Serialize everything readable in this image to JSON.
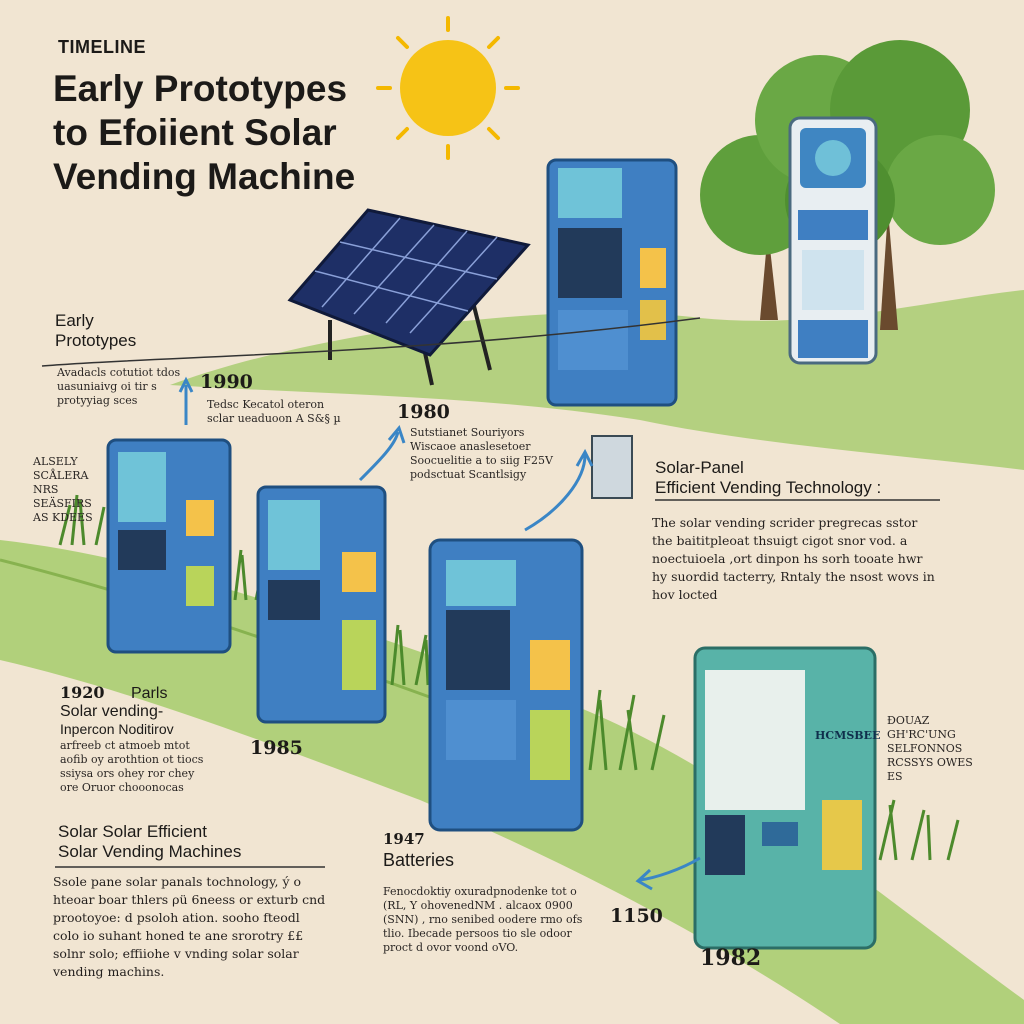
{
  "header": {
    "eyebrow": "TIMELINE",
    "title_line1": "Early Prototypes",
    "title_line2": "to Efoiient Solar",
    "title_line3": "Vending Machine"
  },
  "top_left": {
    "title_line1": "Early",
    "title_line2": "Prototypes",
    "body": [
      "Avadacls cotutiot tdos",
      "uasuniaivg oi tir s",
      "protyyiag sces"
    ]
  },
  "year_1990": "1990",
  "note_1990": [
    "Tedsc Kecatol oteron",
    "sclar ueaduoon A S&§ µ"
  ],
  "year_1980": "1980",
  "note_1980": [
    "Sutstianet Souriyors",
    "Wiscaoe anaslesetoer",
    "Soocuelitie a to siig F25V",
    "podsctuat Scantlsigy"
  ],
  "left_small": [
    "ALSELY",
    "SCÅLERA NRS",
    "SEÄSFIRS",
    "AS KDEES"
  ],
  "solar_panel_heading": {
    "line1": "Solar-Panel",
    "line2": "Efficient Vending Technology :"
  },
  "solar_panel_body": [
    "The solar vending scrider pregrecas sstor",
    "the baititpleoat thsuigt cigot snor vod. a",
    "noectuioela ,ort dinpon hs sorh tooate hwr",
    "hy suordid tacterry, Rntaly the nsost wovs in",
    "hov locted"
  ],
  "left_1920": {
    "year": "1920",
    "tag": "Parls",
    "title": "Solar vending-",
    "subtitle": "Inpercon Noditirov",
    "body": [
      "arfreeb ct atmoeb mtot",
      "aofib oy arothtion ot tiocs",
      "ssiysa ors ohey ror chey",
      "ore Oruor chooonocas"
    ]
  },
  "year_1985": "1985",
  "right_small": [
    "ĐOUAZ",
    "GH'RC'UNG",
    "SELFONNOS",
    "RCSSYS OWES",
    "ES"
  ],
  "machine_right_label": "HCMSBEE",
  "bottom_left": {
    "title_line1": "Solar Solar Efficient",
    "title_line2": "Solar Vending Machines",
    "body": [
      "Ssole pane solar panals tochnology, ý o",
      "hteoar boar thlers ρü 6neess or exturb cnd",
      "prootoyoe: d psoloh ation. sooho fteodl",
      "colo io suhant honed te ane srorotry ££",
      "solnr solo; effiiohe v vnding solar solar",
      "vending machins."
    ]
  },
  "bottom_mid": {
    "year": "1947",
    "title": "Batteries",
    "body": [
      "Fenocdoktiy oxuradpnodenke tot o",
      "(RL, Y ohovenedNM . alcaox 0900",
      "(SNN) , rno senibed oodere rmo ofs",
      "tlio. Ibecade persoos tio sle odoor",
      "proct d ovor voond oVO."
    ]
  },
  "year_1150": "1150",
  "year_1982": "1982",
  "colors": {
    "background": "#f1e5d2",
    "machine_blue": "#3f7fc2",
    "machine_teal": "#58b3a8",
    "grass": "#9cc46a",
    "sun": "#f6c316",
    "arrow": "#3a86c6"
  }
}
